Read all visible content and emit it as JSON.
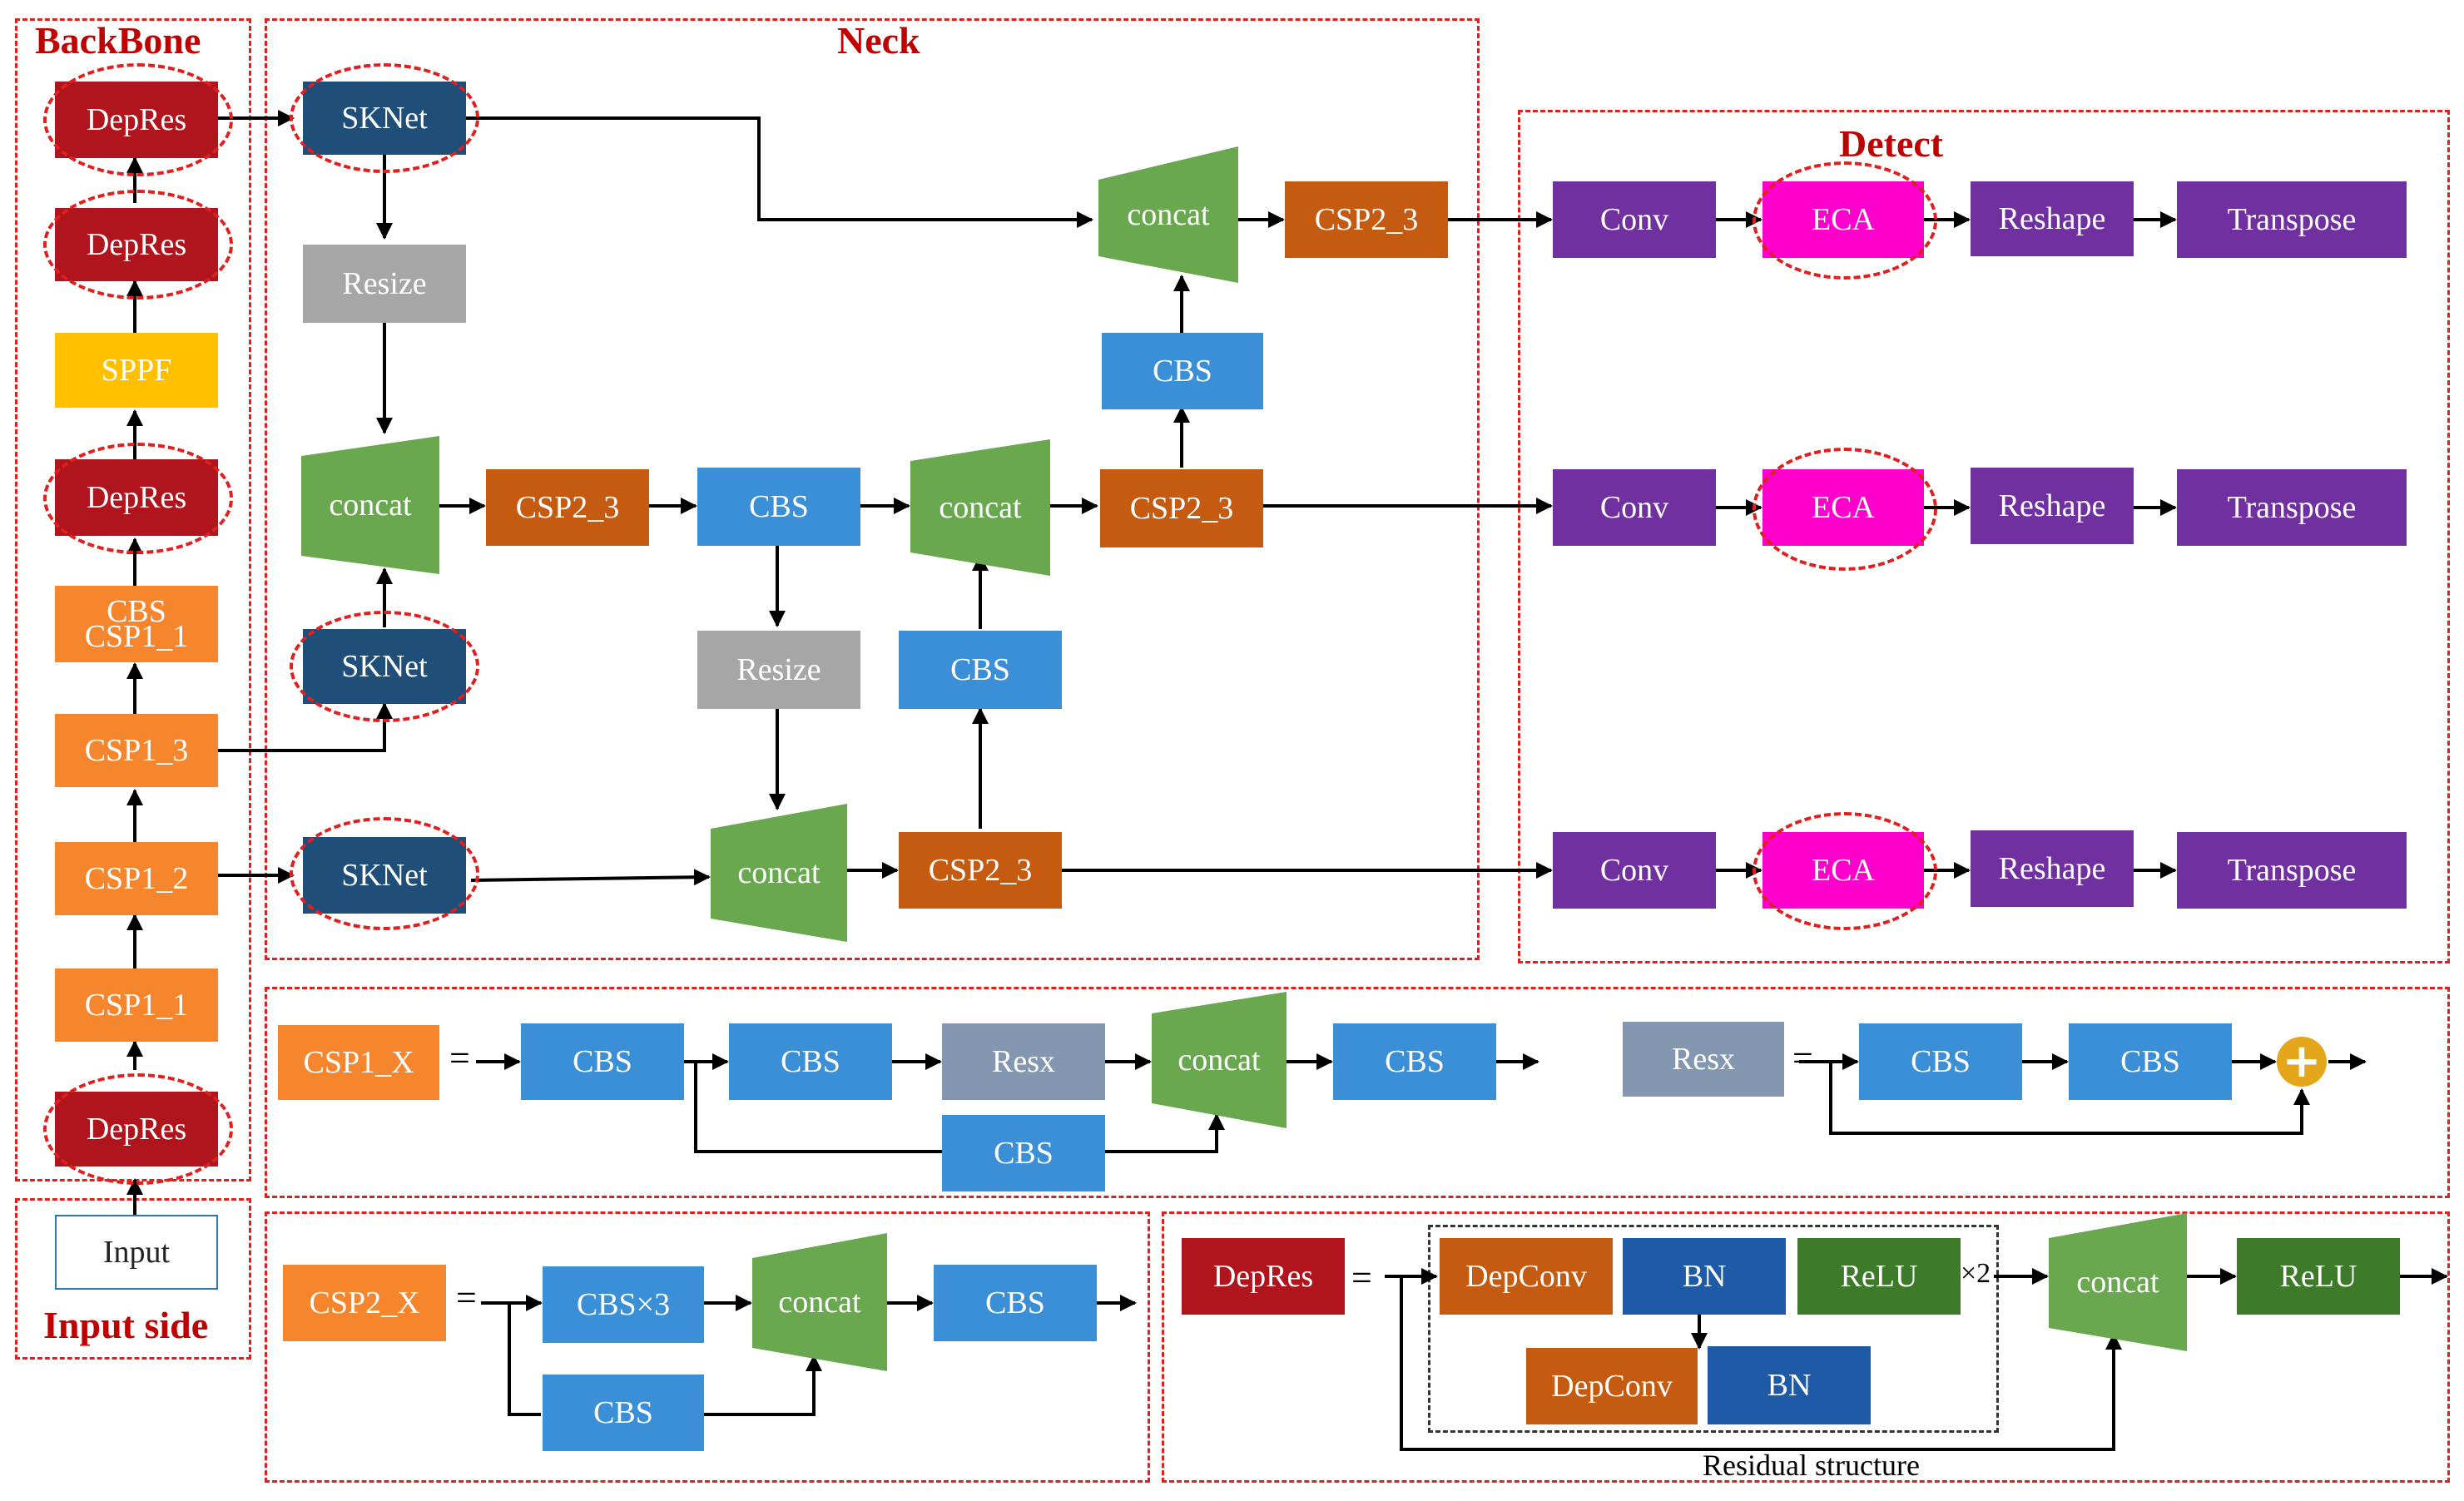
{
  "regions": {
    "backbone": "BackBone",
    "neck": "Neck",
    "detect": "Detect",
    "input_side": "Input side"
  },
  "backbone": {
    "input": "Input",
    "depres_bottom": "DepRes",
    "csp1_1": "CSP1_1",
    "csp1_2": "CSP1_2",
    "csp1_3": "CSP1_3",
    "cbs_csp1_1_top": "CBS",
    "cbs_csp1_1_bottom": "CSP1_1",
    "depres_mid": "DepRes",
    "sppf": "SPPF",
    "depres_upper": "DepRes",
    "depres_top": "DepRes"
  },
  "neck": {
    "sknet_top": "SKNet",
    "resize_top": "Resize",
    "concat_left": "concat",
    "csp2_3_left": "CSP2_3",
    "cbs_mid": "CBS",
    "concat_mid": "concat",
    "csp2_3_mid": "CSP2_3",
    "cbs_upper": "CBS",
    "concat_top": "concat",
    "csp2_3_top": "CSP2_3",
    "sknet_mid": "SKNet",
    "resize_mid": "Resize",
    "cbs_lower": "CBS",
    "sknet_bottom": "SKNet",
    "concat_bottom": "concat",
    "csp2_3_bottom": "CSP2_3"
  },
  "detect": {
    "rows": [
      {
        "conv": "Conv",
        "eca": "ECA",
        "reshape": "Reshape",
        "transpose": "Transpose"
      },
      {
        "conv": "Conv",
        "eca": "ECA",
        "reshape": "Reshape",
        "transpose": "Transpose"
      },
      {
        "conv": "Conv",
        "eca": "ECA",
        "reshape": "Reshape",
        "transpose": "Transpose"
      }
    ]
  },
  "csp1x": {
    "label": "CSP1_X",
    "eq": "=",
    "cbs1": "CBS",
    "cbs2": "CBS",
    "resx": "Resx",
    "concat": "concat",
    "cbs_out": "CBS",
    "cbs_bypass": "CBS"
  },
  "resx": {
    "label": "Resx",
    "eq": "=",
    "cbs1": "CBS",
    "cbs2": "CBS",
    "plus": "+"
  },
  "csp2x": {
    "label": "CSP2_X",
    "eq": "=",
    "cbs_x3": "CBS×3",
    "concat": "concat",
    "cbs_out": "CBS",
    "cbs_bypass": "CBS"
  },
  "depres_def": {
    "label": "DepRes",
    "eq": "=",
    "depconv1": "DepConv",
    "bn1": "BN",
    "relu1": "ReLU",
    "times2": "×2",
    "depconv2": "DepConv",
    "bn2": "BN",
    "concat": "concat",
    "relu_out": "ReLU",
    "residual": "Residual structure"
  },
  "colors": {
    "region_border": "#e01f1f",
    "title": "#c00000",
    "depres": "#b0141c",
    "sppf": "#ffc000",
    "csp1": "#f5862e",
    "sknet": "#1f4e79",
    "resize": "#a6a6a6",
    "concat": "#6aa84f",
    "csp2": "#c55a11",
    "cbs": "#3b8fd6",
    "conv": "#7030a0",
    "eca": "#ff00cc",
    "resx": "#8497b0",
    "bn": "#1f5aa6",
    "relu": "#3d7a2a",
    "plus": "#e4a61a"
  }
}
